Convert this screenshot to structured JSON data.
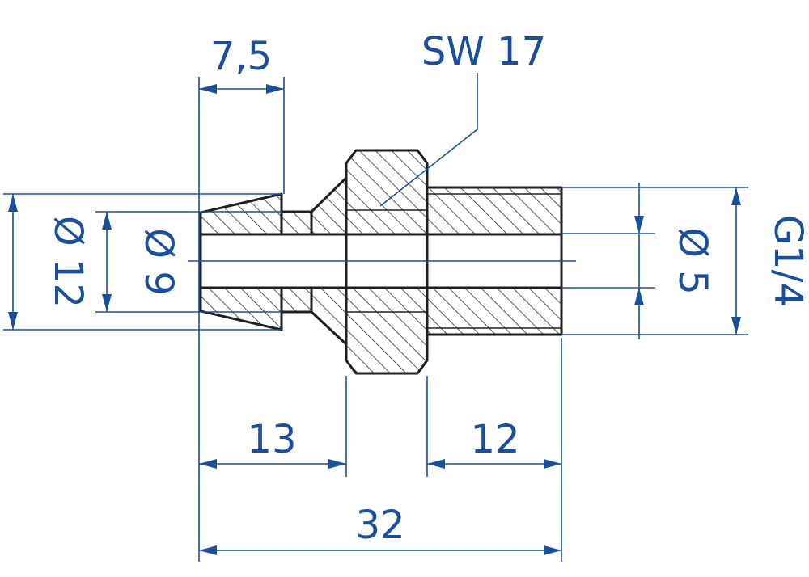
{
  "drawing": {
    "labels": {
      "len_7_5": "7,5",
      "sw": "SW 17",
      "dia_12": "Ø 12",
      "dia_9": "Ø 9",
      "dia_5": "Ø 5",
      "thread": "G1/4",
      "len_13": "13",
      "len_12": "12",
      "len_32": "32"
    },
    "colors": {
      "dimension": "#1a4f9c",
      "outline": "#1e1e1e",
      "background": "#ffffff"
    }
  }
}
